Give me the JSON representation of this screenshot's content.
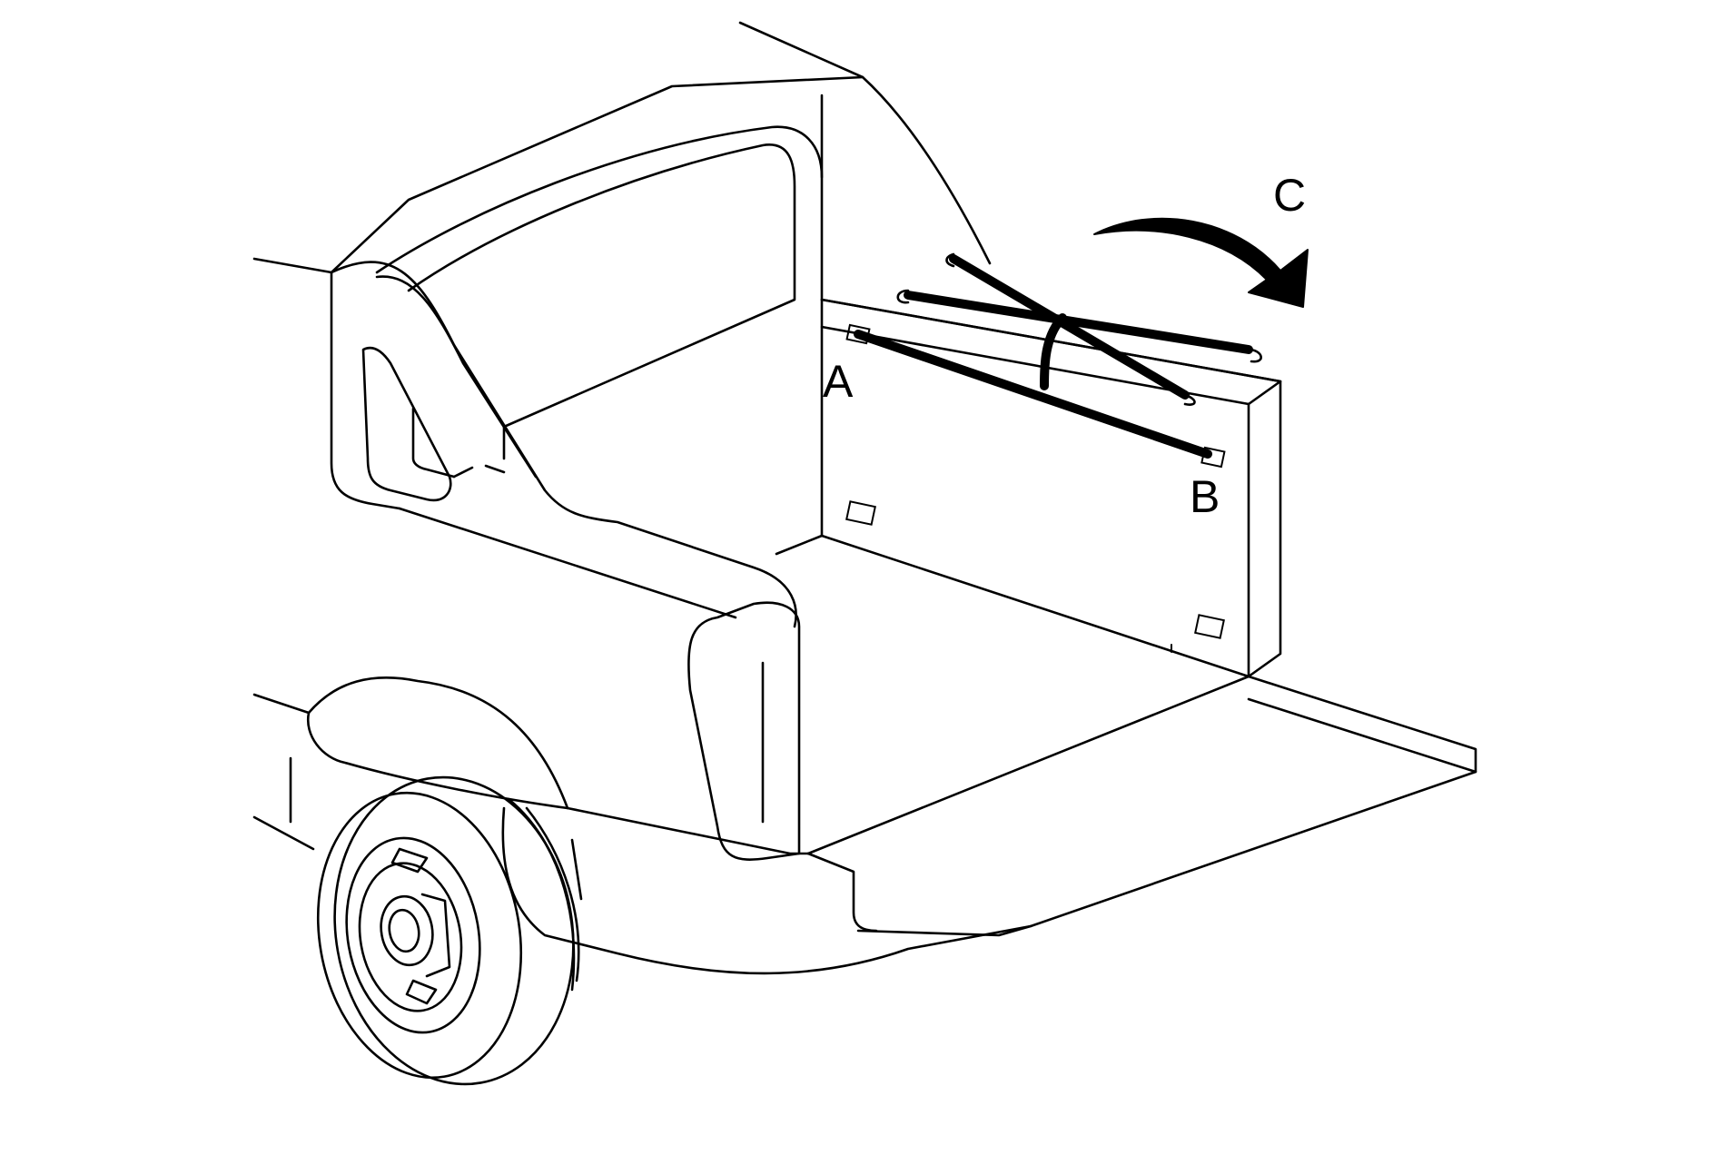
{
  "callouts": {
    "a": "A",
    "b": "B",
    "c": "C"
  }
}
